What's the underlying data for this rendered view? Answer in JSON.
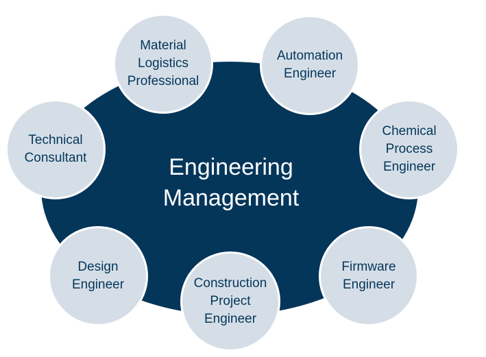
{
  "center": {
    "lines": [
      "Engineering",
      "Management"
    ]
  },
  "roles": [
    {
      "lines": [
        "Material",
        "Logistics",
        "Professional"
      ]
    },
    {
      "lines": [
        "Automation",
        "Engineer"
      ]
    },
    {
      "lines": [
        "Chemical",
        "Process",
        "Engineer"
      ]
    },
    {
      "lines": [
        "Firmware",
        "Engineer"
      ]
    },
    {
      "lines": [
        "Construction",
        "Project",
        "Engineer"
      ]
    },
    {
      "lines": [
        "Design",
        "Engineer"
      ]
    },
    {
      "lines": [
        "Technical",
        "Consultant"
      ]
    }
  ],
  "colors": {
    "hub": "#04365a",
    "node_fill": "#d5dee7",
    "node_text": "#04365a",
    "hub_text": "#ffffff"
  }
}
